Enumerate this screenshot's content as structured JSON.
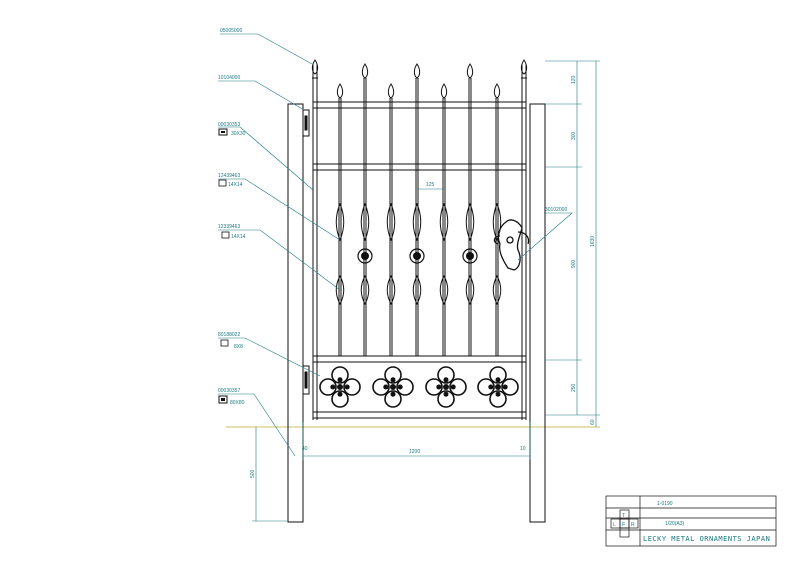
{
  "colors": {
    "ink": "#111111",
    "leader": "#1a7a80",
    "ground": "#c8c060"
  },
  "callouts": [
    {
      "code": "05005000",
      "sub": ""
    },
    {
      "code": "10104000",
      "sub": ""
    },
    {
      "code": "00030353",
      "sub": "30X30"
    },
    {
      "code": "12439463",
      "sub": "14X14"
    },
    {
      "code": "12339463",
      "sub": "14X14"
    },
    {
      "code": "30102000",
      "sub": ""
    },
    {
      "code": "80188022",
      "sub": "8X8"
    },
    {
      "code": "00030357",
      "sub": "80X80"
    }
  ],
  "dimensions": {
    "top": "120",
    "upper": "300",
    "spacing": "125",
    "middle": "900",
    "lower": "250",
    "base": "60",
    "overall": "1630",
    "width": "1200",
    "left_gap": "40",
    "right_gap": "10",
    "ground": "500"
  },
  "title_block": {
    "drawing_no": "1-0190",
    "scale_label": "1/20(A3)",
    "views": [
      "T",
      "L",
      "F",
      "R"
    ],
    "company": "LECKY METAL ORNAMENTS JAPAN"
  }
}
